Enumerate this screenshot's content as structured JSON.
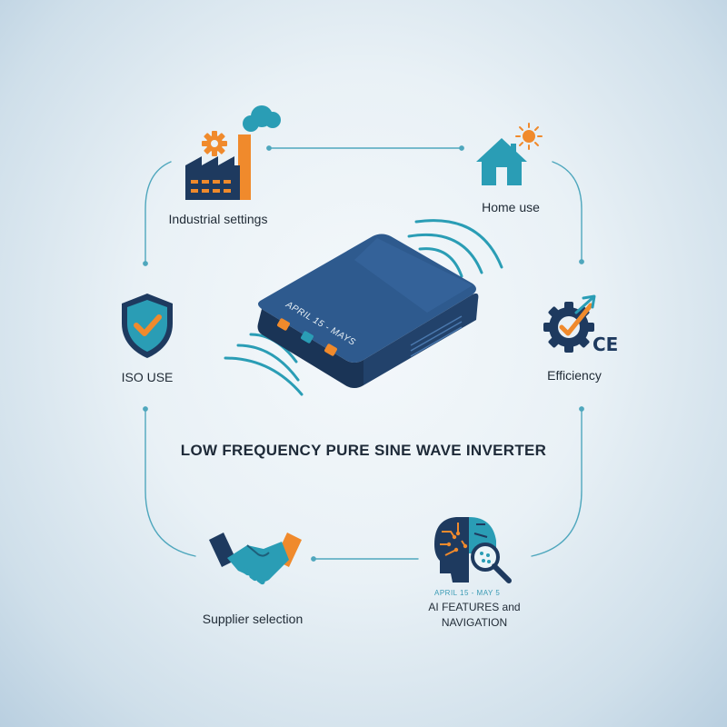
{
  "title": "LOW FREQUENCY PURE SINE WAVE INVERTER",
  "device": {
    "label": "APRIL 15 - MAYS"
  },
  "nodes": {
    "industrial": {
      "label": "Industrial settings",
      "icon": "factory-icon"
    },
    "home": {
      "label": "Home use",
      "icon": "house-icon"
    },
    "iso": {
      "label": "ISO USE",
      "icon": "shield-check-icon"
    },
    "efficiency": {
      "label": "Efficiency",
      "icon": "gear-check-ce-icon"
    },
    "supplier": {
      "label": "Supplier selection",
      "icon": "handshake-icon"
    },
    "ai": {
      "date": "APRIL 15 - MAY 5",
      "label_line1": "AI FEATURES and",
      "label_line2": "NAVIGATION",
      "icon": "ai-head-magnifier-icon"
    }
  },
  "colors": {
    "navy": "#1e3a5f",
    "teal": "#2a9db5",
    "orange": "#f08a2c",
    "line": "#4fa7bd"
  }
}
